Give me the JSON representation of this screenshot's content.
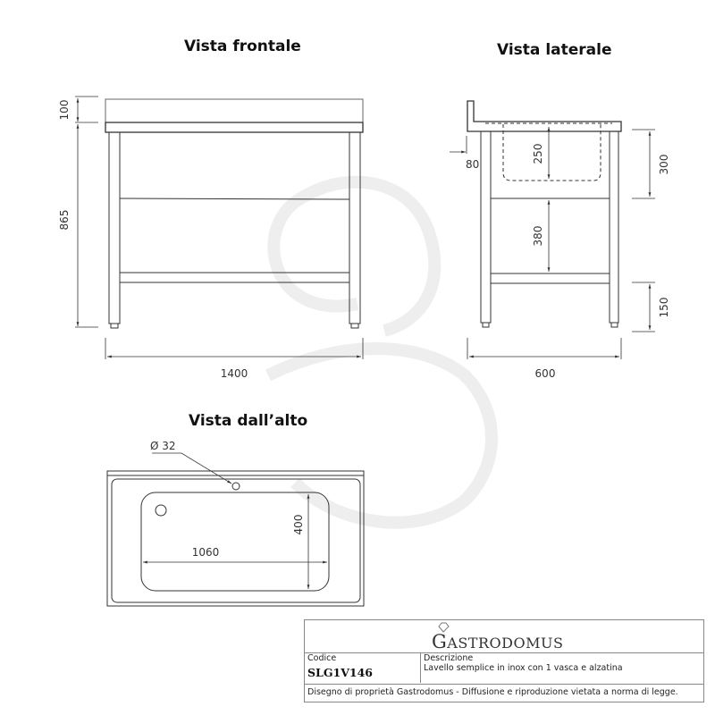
{
  "views": {
    "front": {
      "title": "Vista frontale",
      "dims": {
        "width": "1400",
        "backsplash_height": "100",
        "height": "865"
      }
    },
    "side": {
      "title": "Vista laterale",
      "dims": {
        "depth": "600",
        "backsplash_offset": "80",
        "bowl_depth": "250",
        "frame_height": "300",
        "gap": "380",
        "shelf_height": "150"
      }
    },
    "top": {
      "title": "Vista dall’alto",
      "dims": {
        "tap_hole": "Ø 32",
        "bowl_length": "1060",
        "bowl_width": "400"
      }
    }
  },
  "title_block": {
    "brand": "Gastrodomus",
    "brand_first": "G",
    "brand_rest": "ASTRODOMUS",
    "code_label": "Codice",
    "code": "SLG1V146",
    "desc_label": "Descrizione",
    "description": "Lavello semplice in inox con 1 vasca e alzatina",
    "footer": "Disegno di proprietà Gastrodomus -  Diffusione e riproduzione vietata a norma di legge."
  },
  "colors": {
    "line": "#333333",
    "watermark": "#efefef"
  }
}
